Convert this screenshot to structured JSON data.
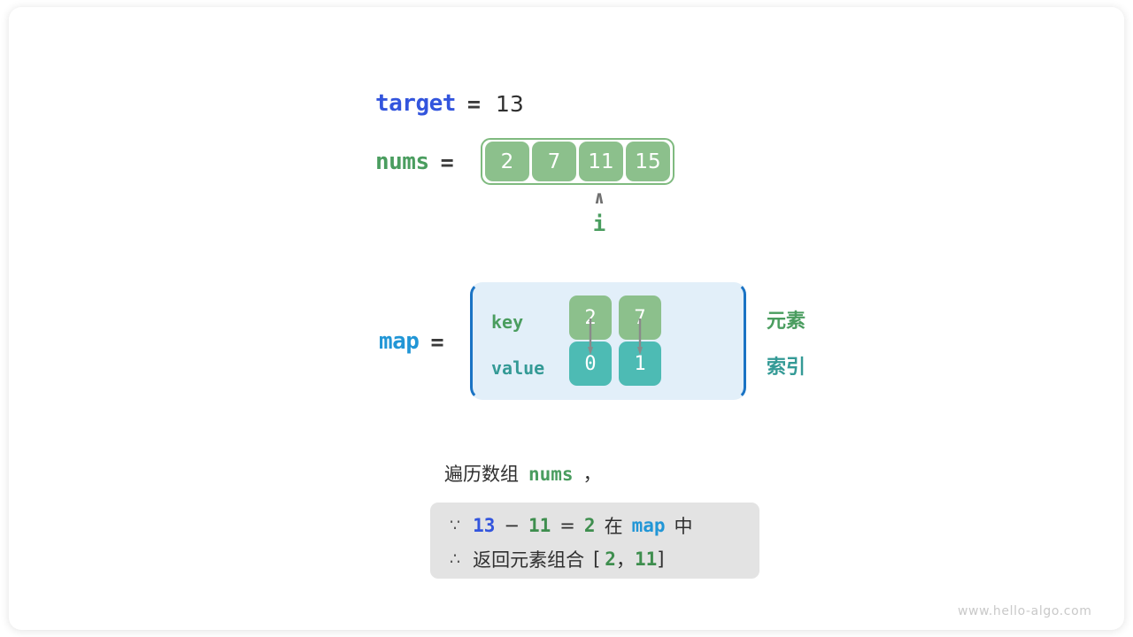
{
  "diagram": {
    "target": {
      "name": "target",
      "eq": "=",
      "value": "13"
    },
    "nums": {
      "name": "nums",
      "eq": "=",
      "cells": [
        "2",
        "7",
        "11",
        "15"
      ]
    },
    "pointer": {
      "caret": "∧",
      "label": "i",
      "at_index": 2
    },
    "map": {
      "name": "map",
      "eq": "=",
      "row_labels": {
        "key": "key",
        "value": "value"
      },
      "entries": [
        {
          "key": "2",
          "value": "0"
        },
        {
          "key": "7",
          "value": "1"
        }
      ],
      "legend": {
        "element": "元素",
        "index": "索引"
      }
    },
    "explanation": {
      "intro_prefix": "遍历数组",
      "intro_var": "nums",
      "intro_suffix": "，",
      "line1": {
        "symbol": "∵",
        "a": "13",
        "minus": "−",
        "b": "11",
        "equals": "=",
        "result": "2",
        "mid": "在",
        "container": "map",
        "tail": "中"
      },
      "line2": {
        "symbol": "∴",
        "text": "返回元素组合",
        "bracket_open": "[",
        "item1": "2",
        "separator": "，",
        "item2": "11",
        "bracket_close": "]"
      }
    },
    "watermark": "www.hello-algo.com",
    "colors": {
      "target_blue": "#3355dd",
      "var_green": "#4a9d5f",
      "map_blue": "#2196d6",
      "cell_green": "#8cc08c",
      "cell_teal": "#4dbbb4",
      "map_bg": "#e2eff9",
      "map_border": "#1a73c4",
      "result_bg": "#e3e3e3",
      "legend_index_teal": "#349a96"
    }
  }
}
